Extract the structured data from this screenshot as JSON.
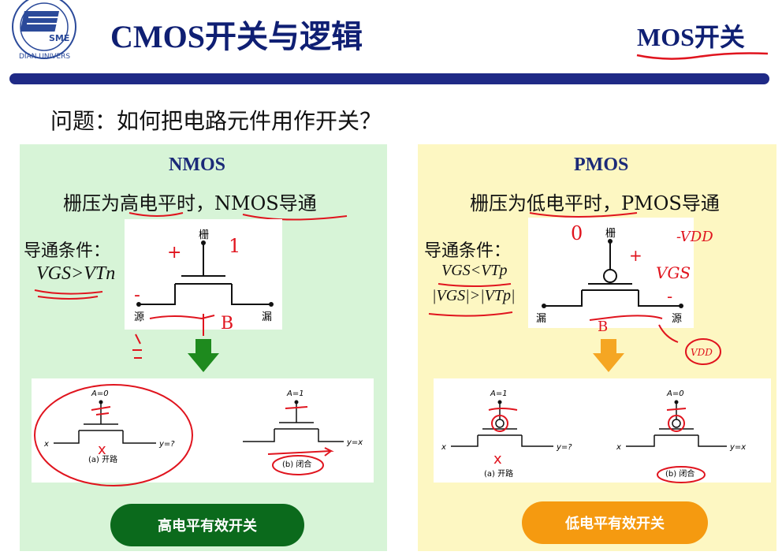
{
  "header": {
    "title": "CMOS开关与逻辑",
    "subtitle": "MOS开关",
    "logo_text": "SME",
    "logo_ring_text": "DIAN UNIVERS"
  },
  "question": "问题：如何把电路元件用作开关？",
  "nmos": {
    "title": "NMOS",
    "desc": "栅压为高电平时，NMOS导通",
    "cond_label": "导通条件：",
    "cond_formula": "VGS>VTn",
    "gate_label": "栅",
    "source_label": "源",
    "drain_label": "漏",
    "sw_a": {
      "input": "A=0",
      "x": "x",
      "y": "y=?",
      "caption": "(a) 开路"
    },
    "sw_b": {
      "input": "A=1",
      "y": "y=x",
      "caption": "(b) 闭合"
    },
    "button": "高电平有效开关",
    "arrow_color": "#1e8a1e"
  },
  "pmos": {
    "title": "PMOS",
    "desc": "栅压为低电平时，PMOS导通",
    "cond_label": "导通条件：",
    "cond_formula1": "VGS<VTp",
    "cond_formula2": "|VGS|>|VTp|",
    "gate_label": "栅",
    "source_label": "源",
    "drain_label": "漏",
    "sw_a": {
      "input": "A=1",
      "x": "x",
      "y": "y=?",
      "caption": "(a) 开路"
    },
    "sw_b": {
      "input": "A=0",
      "x": "x",
      "y": "y=x",
      "caption": "(b) 闭合"
    },
    "button": "低电平有效开关",
    "arrow_color": "#f5a623"
  },
  "annotations": {
    "nmos_plus": "+",
    "nmos_one": "1",
    "nmos_minus": "-",
    "nmos_B": "B",
    "pmos_zero": "0",
    "pmos_plus": "+",
    "pmos_vdd_top": "-VDD",
    "pmos_vgs": "VGS",
    "pmos_minus": "-",
    "pmos_B": "B",
    "pmos_vdd_bottom": "VDD",
    "cross_mark": "x"
  },
  "colors": {
    "title_blue": "#0f1f73",
    "rule_blue": "#1f2a86",
    "nmos_panel": "#d7f4d7",
    "pmos_panel": "#fdf7c2",
    "ink_red": "#e0141e",
    "nmos_button": "#0b6a1c",
    "pmos_button": "#f59a10"
  }
}
